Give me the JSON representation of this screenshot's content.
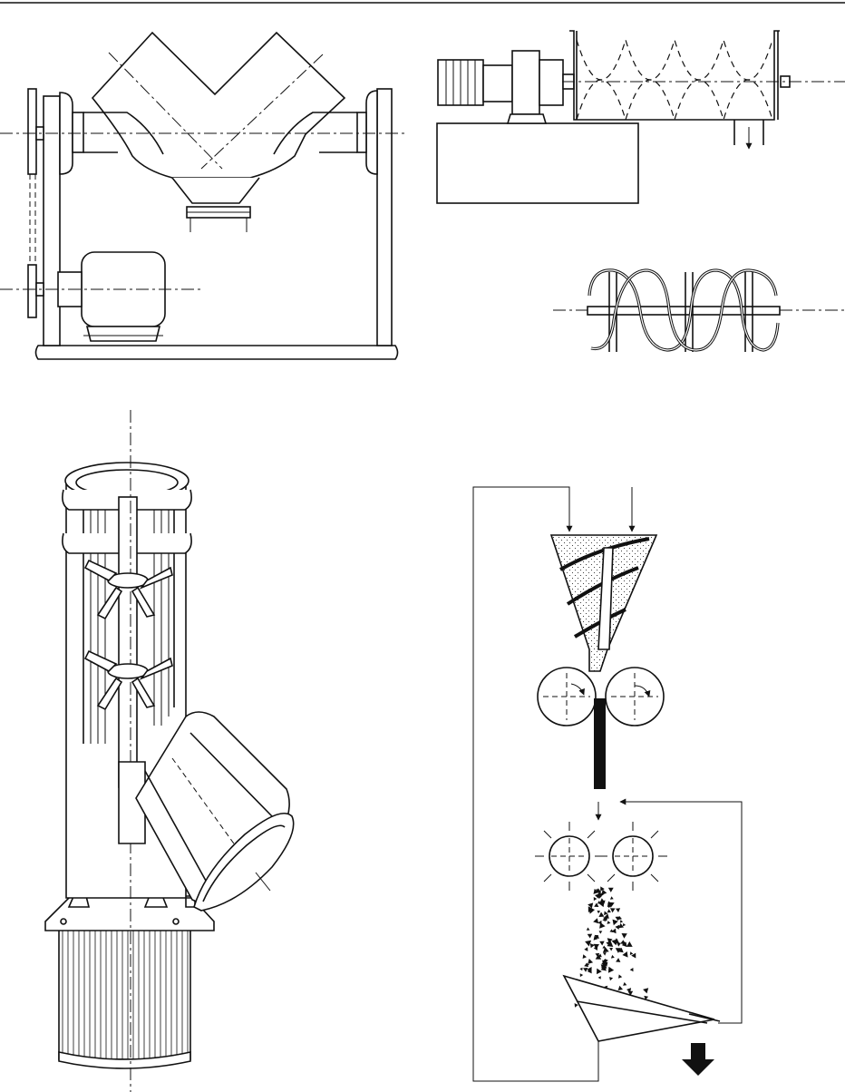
{
  "figure": {
    "panels": [
      {
        "id": "v-blender",
        "labels": []
      },
      {
        "id": "ribbon-blender",
        "labels": []
      },
      {
        "id": "ribbon-agitator",
        "labels": []
      },
      {
        "id": "vertical-mixer",
        "labels": []
      },
      {
        "id": "roller-compactor-granulator",
        "labels": []
      }
    ],
    "colors": {
      "ink": "#111111",
      "paper": "#ffffff"
    }
  }
}
